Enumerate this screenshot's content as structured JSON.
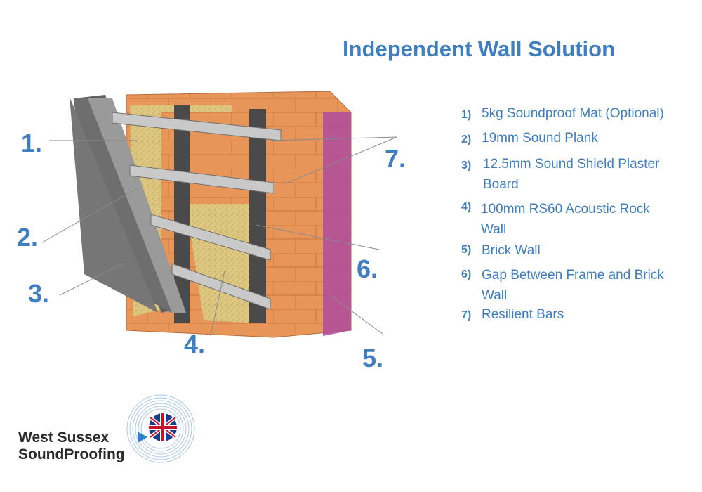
{
  "title": "Independent Wall Solution",
  "callouts": {
    "c1": "1.",
    "c2": "2.",
    "c3": "3.",
    "c4": "4.",
    "c5": "5.",
    "c6": "6.",
    "c7": "7."
  },
  "legend": [
    {
      "num": "1)",
      "text": "5kg Soundproof Mat (Optional)"
    },
    {
      "num": "2)",
      "text": "19mm Sound Plank"
    },
    {
      "num": "3)",
      "text": "12.5mm Sound Shield Plaster Board"
    },
    {
      "num": "4)",
      "text": "100mm RS60 Acoustic Rock Wall"
    },
    {
      "num": "5)",
      "text": "Brick Wall"
    },
    {
      "num": "6)",
      "text": "Gap Between Frame and Brick Wall"
    },
    {
      "num": "7)",
      "text": "Resilient Bars"
    }
  ],
  "logo": {
    "line1": "West Sussex",
    "line2": "SoundProofing"
  },
  "colors": {
    "accent": "#3f7fc0",
    "brick": "#e8955a",
    "brick_end": "#b0509a",
    "insulation": "#dcc680",
    "plasterboard": "#7a7a7a",
    "stud": "#4a4a4a"
  }
}
